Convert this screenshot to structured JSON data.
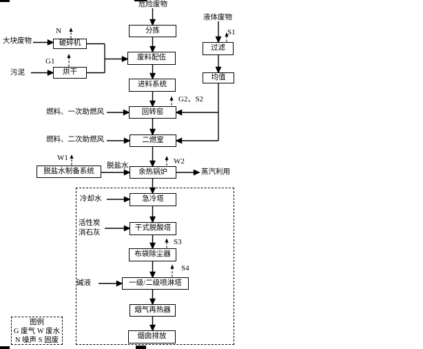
{
  "diagram": {
    "sources": {
      "hazardous_waste": "危险废物",
      "liquid_waste": "液体废物",
      "bulky_waste": "大块废物",
      "sludge": "污泥"
    },
    "boxes": {
      "sorting": "分拣",
      "blending": "废料配伍",
      "feeding": "进料系统",
      "rotary_kiln": "回转窑",
      "secondary_chamber": "二燃室",
      "waste_heat_boiler": "余热锅炉",
      "quench_tower": "急冷塔",
      "dry_deacid_tower": "干式脱酸塔",
      "bag_filter": "布袋除尘器",
      "spray_tower": "一级/二级喷淋塔",
      "flue_gas_reheater": "烟气再热器",
      "stack_discharge": "烟囱排放",
      "crusher": "破碎机",
      "dryer": "烘干",
      "filter": "过滤",
      "equalization": "均值",
      "demin_water_system": "脱盐水制备系统"
    },
    "inputs": {
      "fuel_primary_air": "燃料、一次助燃风",
      "fuel_secondary_air": "燃料、二次助燃风",
      "demin_water": "脱盐水",
      "cooling_water": "冷却水",
      "activated_carbon": "活性炭",
      "slaked_lime": "消石灰",
      "alkali": "碱液"
    },
    "outputs": {
      "steam_use": "蒸汽利用"
    },
    "emissions": {
      "noise": "N",
      "g1": "G1",
      "s1": "S1",
      "g2_s2": "G2、S2",
      "w1": "W1",
      "w2": "W2",
      "s3": "S3",
      "s4": "S4"
    },
    "legend": {
      "title": "图例",
      "line1": "G 废气 W 废水",
      "line2": "N 噪声 S 固废"
    }
  },
  "colors": {
    "line": "#000000",
    "box_fill": "#ffffff",
    "background": "#ffffff"
  }
}
